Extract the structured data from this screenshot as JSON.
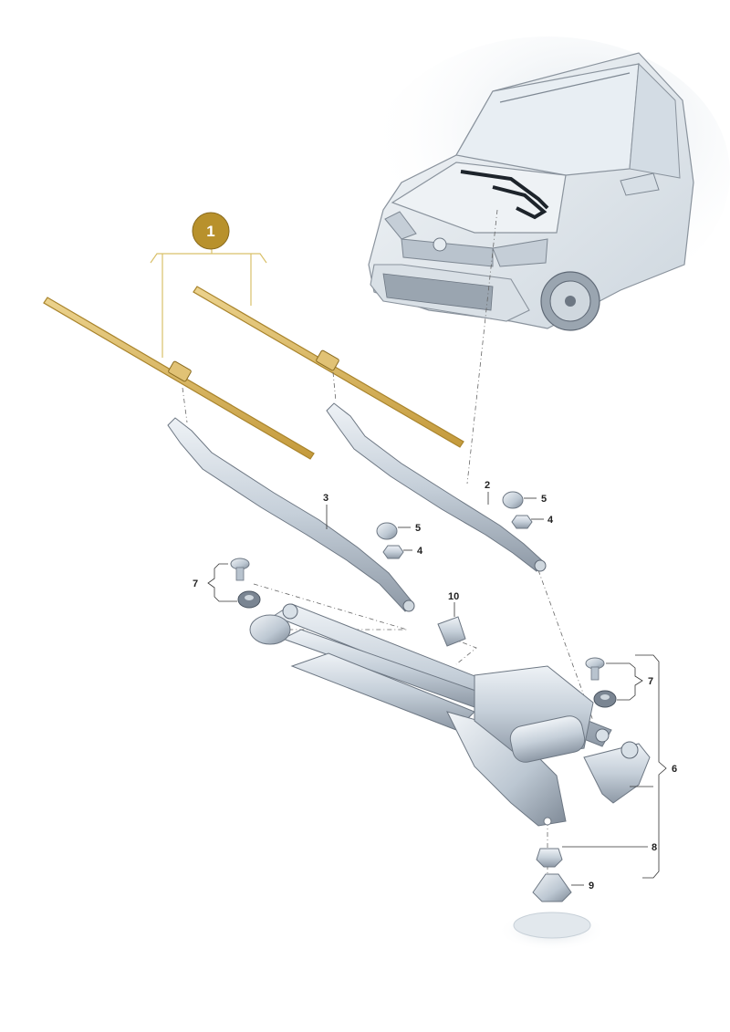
{
  "badge": {
    "number": "1",
    "color": "#b8912c"
  },
  "callouts": {
    "arm_right": "2",
    "arm_left": "3",
    "nut_left": "4",
    "nut_right": "4",
    "cap_left": "5",
    "cap_right": "5",
    "linkage_assembly": "6",
    "bolt_group_left": "7",
    "bolt_group_right": "7",
    "mount_nut": "8",
    "rubber_buffer": "9",
    "bushing": "10"
  },
  "colors": {
    "blade": "#d6b45e",
    "blade_outline": "#a9842c",
    "metal": "#c9d3dc",
    "metal_dark": "#7b8693",
    "car_body": "#dfe6ec",
    "leader": "#333333"
  },
  "icons": {
    "badge": "numbered-circle-icon",
    "car": "car-front-view-icon"
  }
}
